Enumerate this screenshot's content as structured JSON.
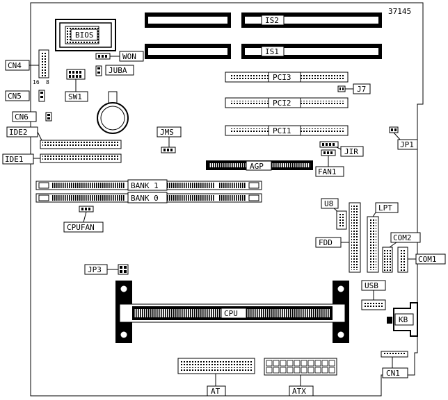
{
  "figure_id": "37145",
  "labels": {
    "bios": "BIOS",
    "is2": "IS2",
    "is1": "IS1",
    "won": "WON",
    "cn4": "CN4",
    "cn4_pin_left": "16",
    "cn4_pin_right": "8",
    "juba": "JUBA",
    "sw1": "SW1",
    "pci3": "PCI3",
    "pci2": "PCI2",
    "pci1": "PCI1",
    "j7": "J7",
    "cn5": "CN5",
    "cn6": "CN6",
    "ide2": "IDE2",
    "ide1": "IDE1",
    "jms": "JMS",
    "jir": "JIR",
    "jp1": "JP1",
    "fan1": "FAN1",
    "agp": "AGP",
    "bank1": "BANK 1",
    "bank0": "BANK 0",
    "u8": "U8",
    "lpt": "LPT",
    "fdd": "FDD",
    "com2": "COM2",
    "com1": "COM1",
    "cpufan": "CPUFAN",
    "jp3": "JP3",
    "usb": "USB",
    "cpu": "CPU",
    "kb": "KB",
    "cn1": "CN1",
    "at": "AT",
    "atx": "ATX"
  }
}
